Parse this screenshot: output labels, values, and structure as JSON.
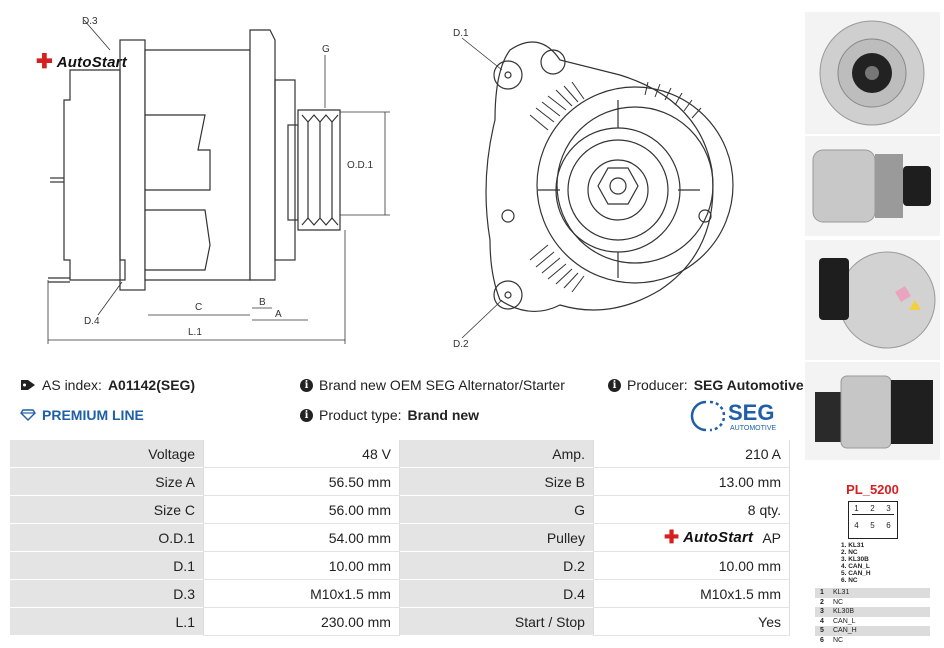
{
  "brand": {
    "logo_text": "AutoStart"
  },
  "drawing": {
    "side_labels": {
      "d3": "D.3",
      "g": "G",
      "od1": "O.D.1",
      "d4": "D.4",
      "c": "C",
      "b": "B",
      "a": "A",
      "l1": "L.1"
    },
    "front_labels": {
      "d1": "D.1",
      "d2": "D.2"
    }
  },
  "info": {
    "as_index_label": "AS index:",
    "as_index_value": "A01142(SEG)",
    "premium": "PREMIUM LINE",
    "brand_new_text": "Brand new OEM SEG Alternator/Starter",
    "product_type_label": "Product type:",
    "product_type_value": "Brand new",
    "producer_label": "Producer:",
    "producer_value": "SEG Automotive"
  },
  "seg_logo": {
    "text": "SEG",
    "sub": "AUTOMOTIVE"
  },
  "specs": [
    {
      "l1": "Voltage",
      "v1": "48 V",
      "l2": "Amp.",
      "v2": "210 A"
    },
    {
      "l1": "Size A",
      "v1": "56.50 mm",
      "l2": "Size B",
      "v2": "13.00 mm"
    },
    {
      "l1": "Size C",
      "v1": "56.00 mm",
      "l2": "G",
      "v2": "8 qty."
    },
    {
      "l1": "O.D.1",
      "v1": "54.00 mm",
      "l2": "Pulley",
      "v2": "AP"
    },
    {
      "l1": "D.1",
      "v1": "10.00 mm",
      "l2": "D.2",
      "v2": "10.00 mm"
    },
    {
      "l1": "D.3",
      "v1": "M10x1.5 mm",
      "l2": "D.4",
      "v2": "M10x1.5 mm"
    },
    {
      "l1": "L.1",
      "v1": "230.00 mm",
      "l2": "Start / Stop",
      "v2": "Yes"
    }
  ],
  "connector": {
    "title": "PL_5200",
    "title_color": "#d62020",
    "top_pins": [
      "1",
      "2",
      "3"
    ],
    "bottom_pins": [
      "4",
      "5",
      "6"
    ],
    "legend": [
      "1. KL31",
      "2. NC",
      "3. KL30B",
      "4. CAN_L",
      "5. CAN_H",
      "6. NC"
    ],
    "table": [
      {
        "n": "1",
        "t": "KL31"
      },
      {
        "n": "2",
        "t": "NC"
      },
      {
        "n": "3",
        "t": "KL30B"
      },
      {
        "n": "4",
        "t": "CAN_L"
      },
      {
        "n": "5",
        "t": "CAN_H"
      },
      {
        "n": "6",
        "t": "NC"
      }
    ]
  },
  "colors": {
    "accent_blue": "#1f5fa8",
    "accent_red": "#d62020",
    "table_label_bg": "#e4e4e4"
  }
}
